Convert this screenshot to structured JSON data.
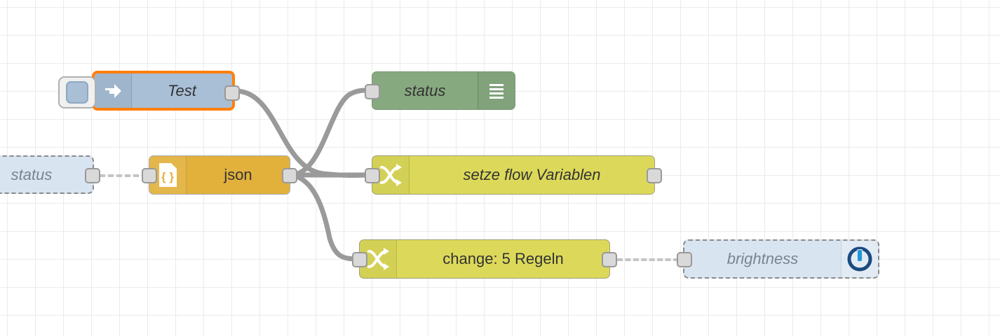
{
  "canvas": {
    "name": "node-red-flow-canvas",
    "background": "#ffffff",
    "grid_color": "#ebebeb",
    "grid_size": 40
  },
  "palette": {
    "inject": "#a8bfd6",
    "debug": "#87a980",
    "json": "#e2b13c",
    "change": "#dcd95a",
    "link": "#d9e4f1",
    "selection": "#ff7f0e",
    "wire": "#9a9a9a",
    "port": "#d9d9d9"
  },
  "nodes": {
    "inject_test": {
      "label": "Test",
      "icon": "inject-arrow-icon",
      "type": "inject",
      "selected": true
    },
    "debug_status": {
      "label": "status",
      "icon": "debug-lines-icon",
      "type": "debug"
    },
    "link_in_status": {
      "label": "status",
      "icon": "link-in-icon",
      "type": "link-in"
    },
    "json_node": {
      "label": "json",
      "icon": "json-braces-icon",
      "type": "json"
    },
    "change_flow_vars": {
      "label": "setze flow Variablen",
      "icon": "change-swap-icon",
      "type": "change"
    },
    "change_rules": {
      "label": "change: 5 Regeln",
      "icon": "change-swap-icon",
      "type": "change"
    },
    "link_out_brightness": {
      "label": "brightness",
      "icon": "link-out-power-icon",
      "type": "link-out"
    }
  },
  "wires": [
    {
      "from": "inject_test",
      "to": "change_flow_vars"
    },
    {
      "from": "json_node",
      "to": "debug_status"
    },
    {
      "from": "json_node",
      "to": "change_flow_vars"
    },
    {
      "from": "json_node",
      "to": "change_rules"
    }
  ],
  "link_connections": [
    {
      "from": "link_in_status",
      "to": "json_node",
      "style": "dashed"
    },
    {
      "from": "change_rules",
      "to": "link_out_brightness",
      "style": "dashed"
    }
  ]
}
